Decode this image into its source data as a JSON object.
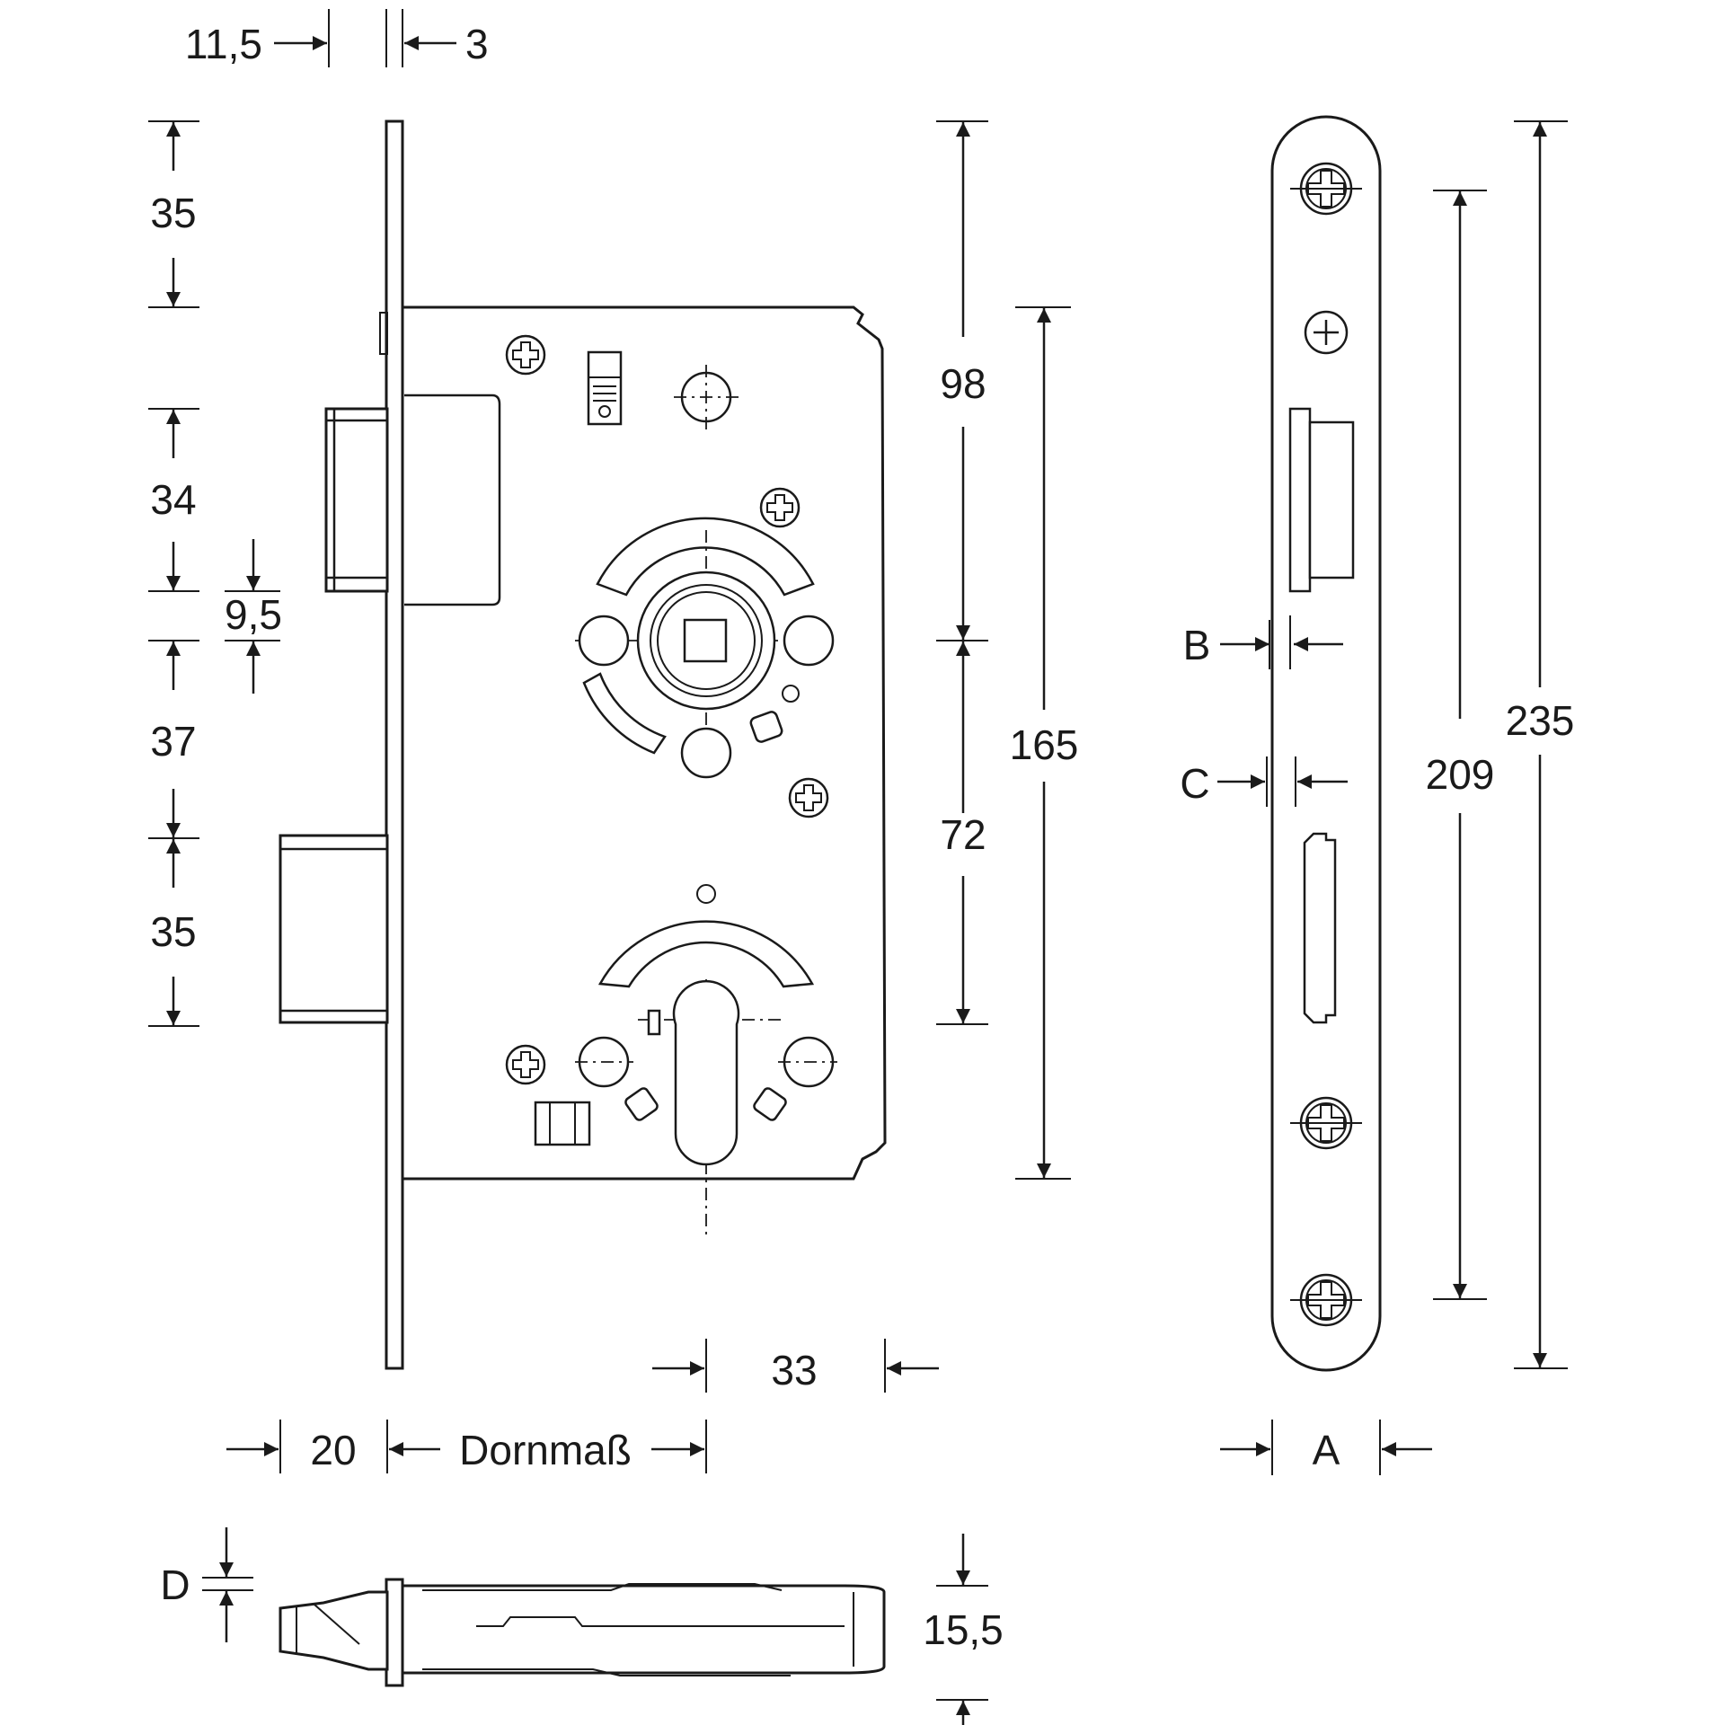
{
  "dimensions": {
    "faceplate_offset": "11,5",
    "faceplate_thickness": "3",
    "top_to_latch": "35",
    "latch_height": "34",
    "latch_gap": "9,5",
    "latch_to_bolt": "37",
    "bolt_height": "35",
    "upper_distance": "98",
    "handle_to_cylinder": "72",
    "case_height": "165",
    "cylinder_offset": "33",
    "bolt_throw": "20",
    "backset": "Dornmaß",
    "faceplate_screw_spacing": "209",
    "faceplate_length": "235",
    "faceplate_width": "A",
    "dim_b": "B",
    "dim_c": "C",
    "dim_d": "D",
    "case_depth": "15,5"
  }
}
